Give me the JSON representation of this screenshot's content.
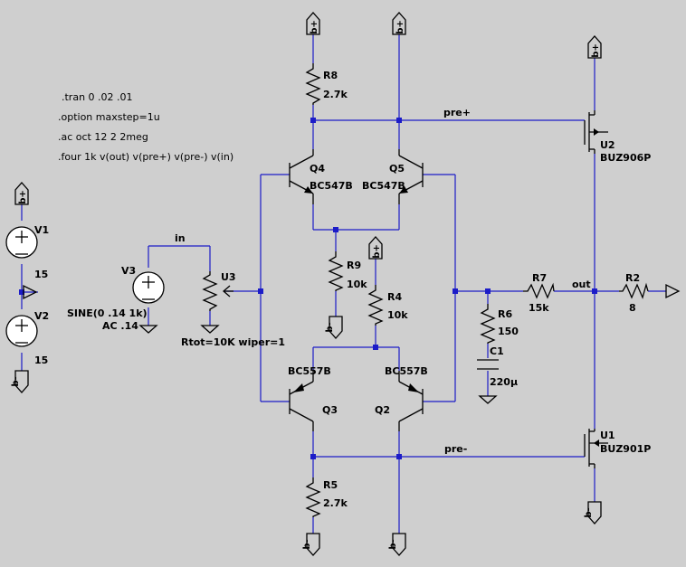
{
  "directives": {
    "tran": ".tran 0 .02 .01",
    "option": ".option maxstep=1u",
    "ac": ".ac oct 12 2 2meg",
    "four": ".four 1k v(out) v(pre+) v(pre-) v(in)"
  },
  "ports": {
    "pos": "b+",
    "neg": "b-"
  },
  "nets": {
    "in": "in",
    "pre_plus": "pre+",
    "pre_minus": "pre-",
    "out": "out"
  },
  "components": {
    "V1": {
      "name": "V1",
      "value": "15"
    },
    "V2": {
      "name": "V2",
      "value": "15"
    },
    "V3": {
      "name": "V3",
      "line1": "SINE(0 .14 1k)",
      "line2": "AC .14"
    },
    "U3": {
      "name": "U3",
      "value": "Rtot=10K wiper=1"
    },
    "R8": {
      "name": "R8",
      "value": "2.7k"
    },
    "R9": {
      "name": "R9",
      "value": "10k"
    },
    "R4": {
      "name": "R4",
      "value": "10k"
    },
    "R5": {
      "name": "R5",
      "value": "2.7k"
    },
    "R6": {
      "name": "R6",
      "value": "150"
    },
    "C1": {
      "name": "C1",
      "value": "220µ"
    },
    "R7": {
      "name": "R7",
      "value": "15k"
    },
    "R2": {
      "name": "R2",
      "value": "8"
    },
    "Q4": {
      "name": "Q4",
      "value": "BC547B"
    },
    "Q5": {
      "name": "Q5",
      "value": "BC547B"
    },
    "Q3": {
      "name": "Q3",
      "value": "BC557B"
    },
    "Q2": {
      "name": "Q2",
      "value": "BC557B"
    },
    "U2": {
      "name": "U2",
      "value": "BUZ906P"
    },
    "U1": {
      "name": "U1",
      "value": "BUZ901P"
    }
  }
}
